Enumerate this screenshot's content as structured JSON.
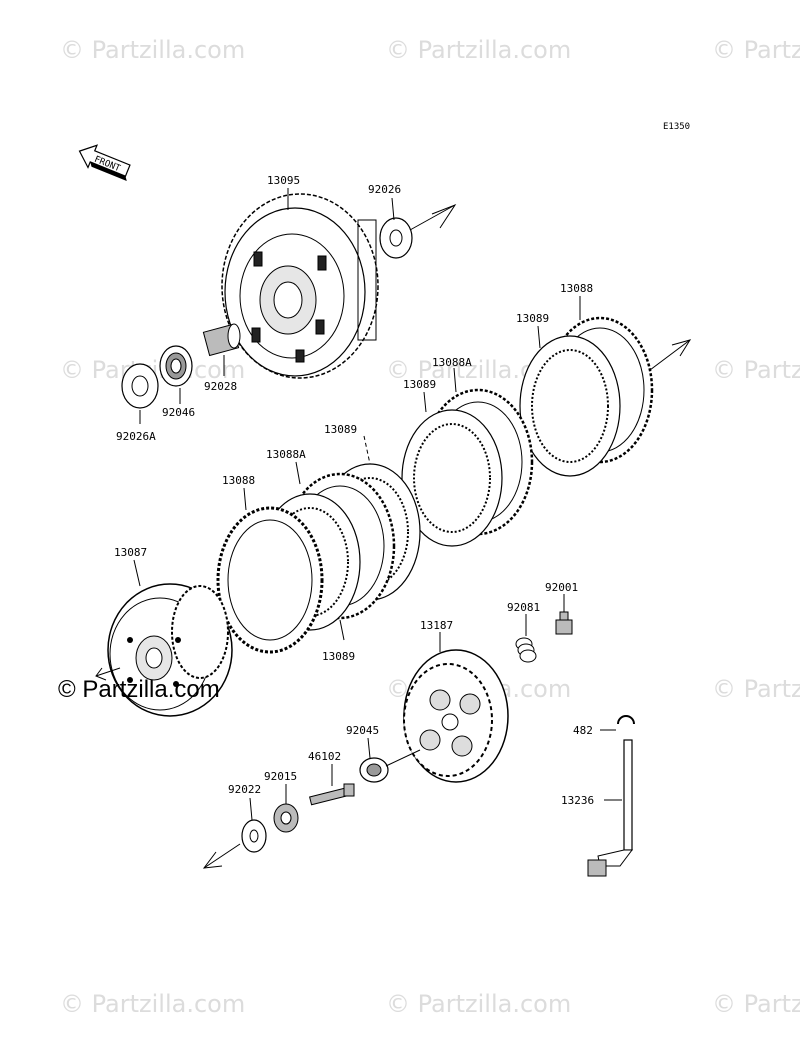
{
  "diagram_code": "E1350",
  "watermark_text": "© Partzilla.com",
  "brand_text": "© Partzilla.com",
  "front_label": "FRONT",
  "parts": {
    "p13095": "13095",
    "p92026": "92026",
    "p92028": "92028",
    "p92046": "92046",
    "p92026A": "92026A",
    "p13088_top": "13088",
    "p13089_top": "13089",
    "p13088A_mid": "13088A",
    "p13089_mid": "13089",
    "p13089_left": "13089",
    "p13088A_left": "13088A",
    "p13088_left": "13088",
    "p13089_bottom": "13089",
    "p13087": "13087",
    "p92001": "92001",
    "p92081": "92081",
    "p13187": "13187",
    "p92045": "92045",
    "p46102": "46102",
    "p92015": "92015",
    "p92022": "92022",
    "p482": "482",
    "p13236": "13236"
  }
}
